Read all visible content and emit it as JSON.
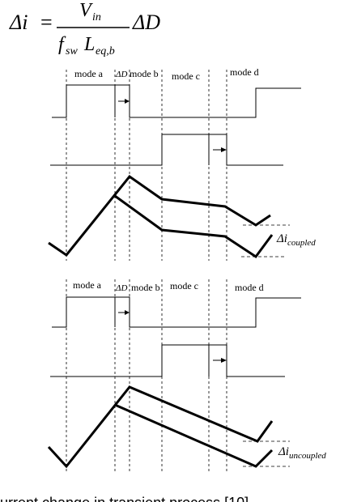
{
  "formula": {
    "lhs": "Δi",
    "equals": "=",
    "numerator_var": "V",
    "numerator_sub": "in",
    "denominator_f": "f",
    "denominator_f_sub": "sw",
    "denominator_L": "L",
    "denominator_L_sub": "eq,b",
    "rhs": "ΔD"
  },
  "top_panel": {
    "mode_a": "mode a",
    "delta_d": "ΔD",
    "mode_b": "mode b",
    "mode_c": "mode c",
    "mode_d": "mode d",
    "delta_i_prefix": "Δi",
    "delta_i_sub": "coupled"
  },
  "bottom_panel": {
    "mode_a": "mode a",
    "delta_d": "ΔD",
    "mode_b": "mode b",
    "mode_c": "mode c",
    "mode_d": "mode d",
    "delta_i_prefix": "Δi",
    "delta_i_sub": "uncoupled"
  },
  "caption": "urrent change in transient process [10]"
}
